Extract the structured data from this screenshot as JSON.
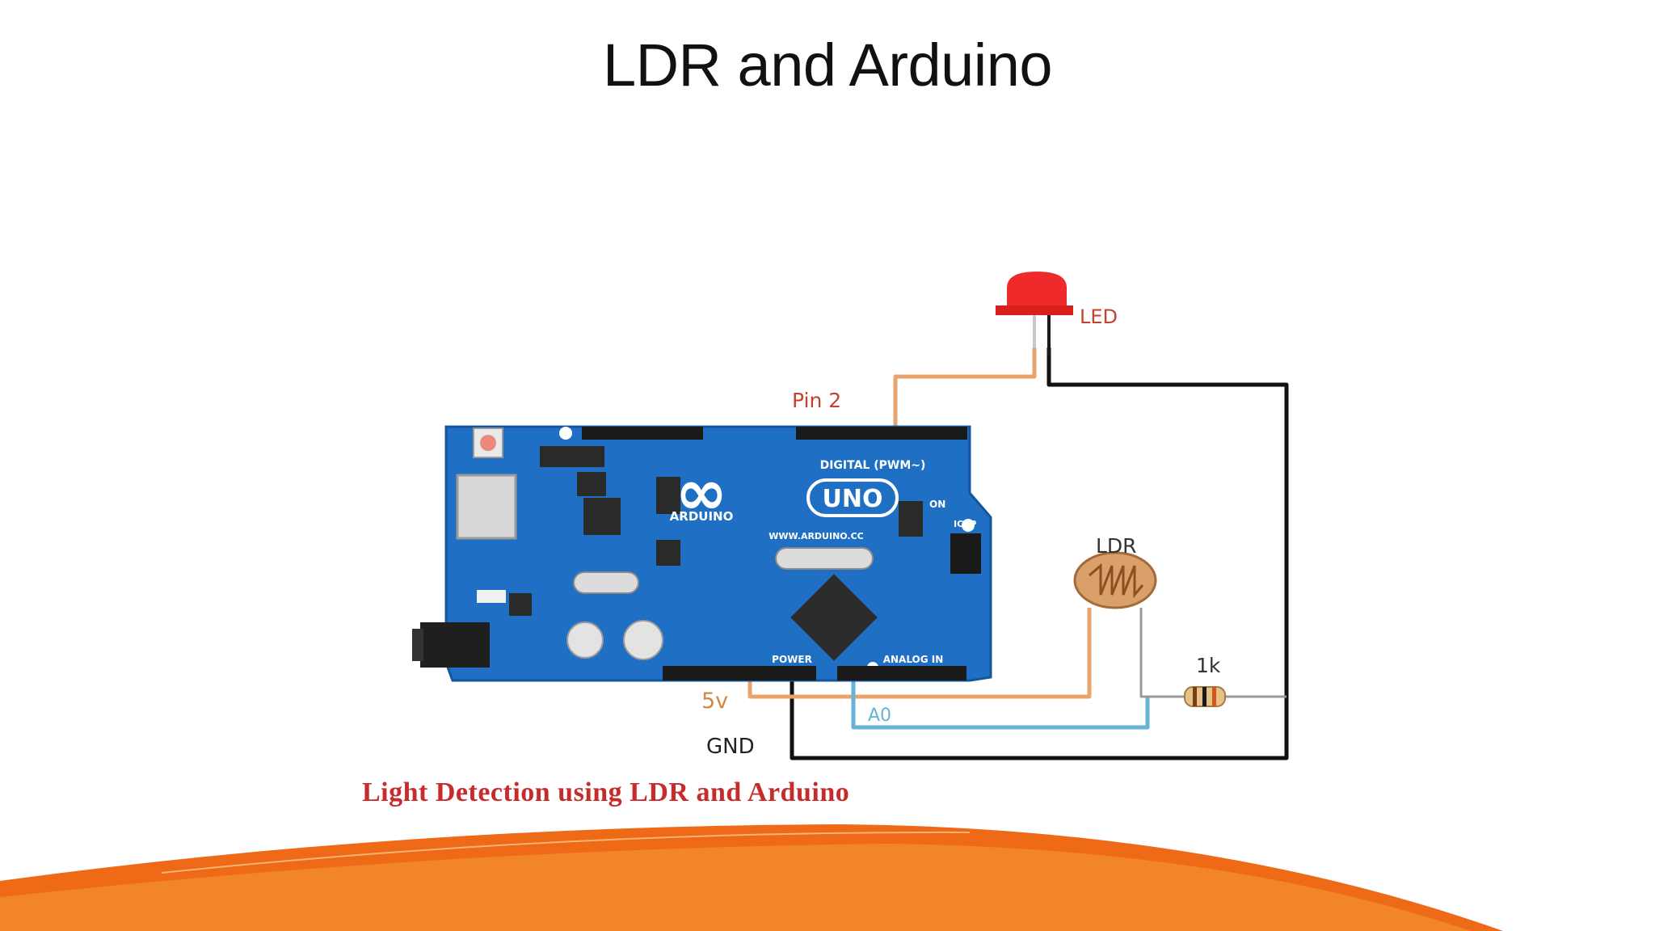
{
  "slide": {
    "title": "LDR and Arduino",
    "caption": "Light Detection using LDR and Arduino"
  },
  "board": {
    "logo_symbol": "∞",
    "model": "UNO",
    "brand": "ARDUINO",
    "digital_header": "DIGITAL (PWM~)",
    "analog_header": "ANALOG IN",
    "power_header": "POWER",
    "on_label": "ON",
    "url": "WWW.ARDUINO.CC",
    "icsp": "ICSP"
  },
  "labels": {
    "led": "LED",
    "pin2": "Pin 2",
    "ldr": "LDR",
    "resistor": "1k",
    "five_v": "5v",
    "a0": "A0",
    "gnd": "GND"
  },
  "colors": {
    "board_blue": "#1f6fc4",
    "wire_orange": "#e8a46c",
    "wire_blue": "#67b3d6",
    "wire_black": "#111111",
    "led_red": "#ee2a2a",
    "caption_red": "#c62c2c",
    "footer_orange": "#ef6a16"
  },
  "icons": {
    "arduino_logo": "infinity-logo-icon",
    "led": "led-icon",
    "ldr": "photoresistor-icon",
    "resistor": "resistor-icon"
  }
}
